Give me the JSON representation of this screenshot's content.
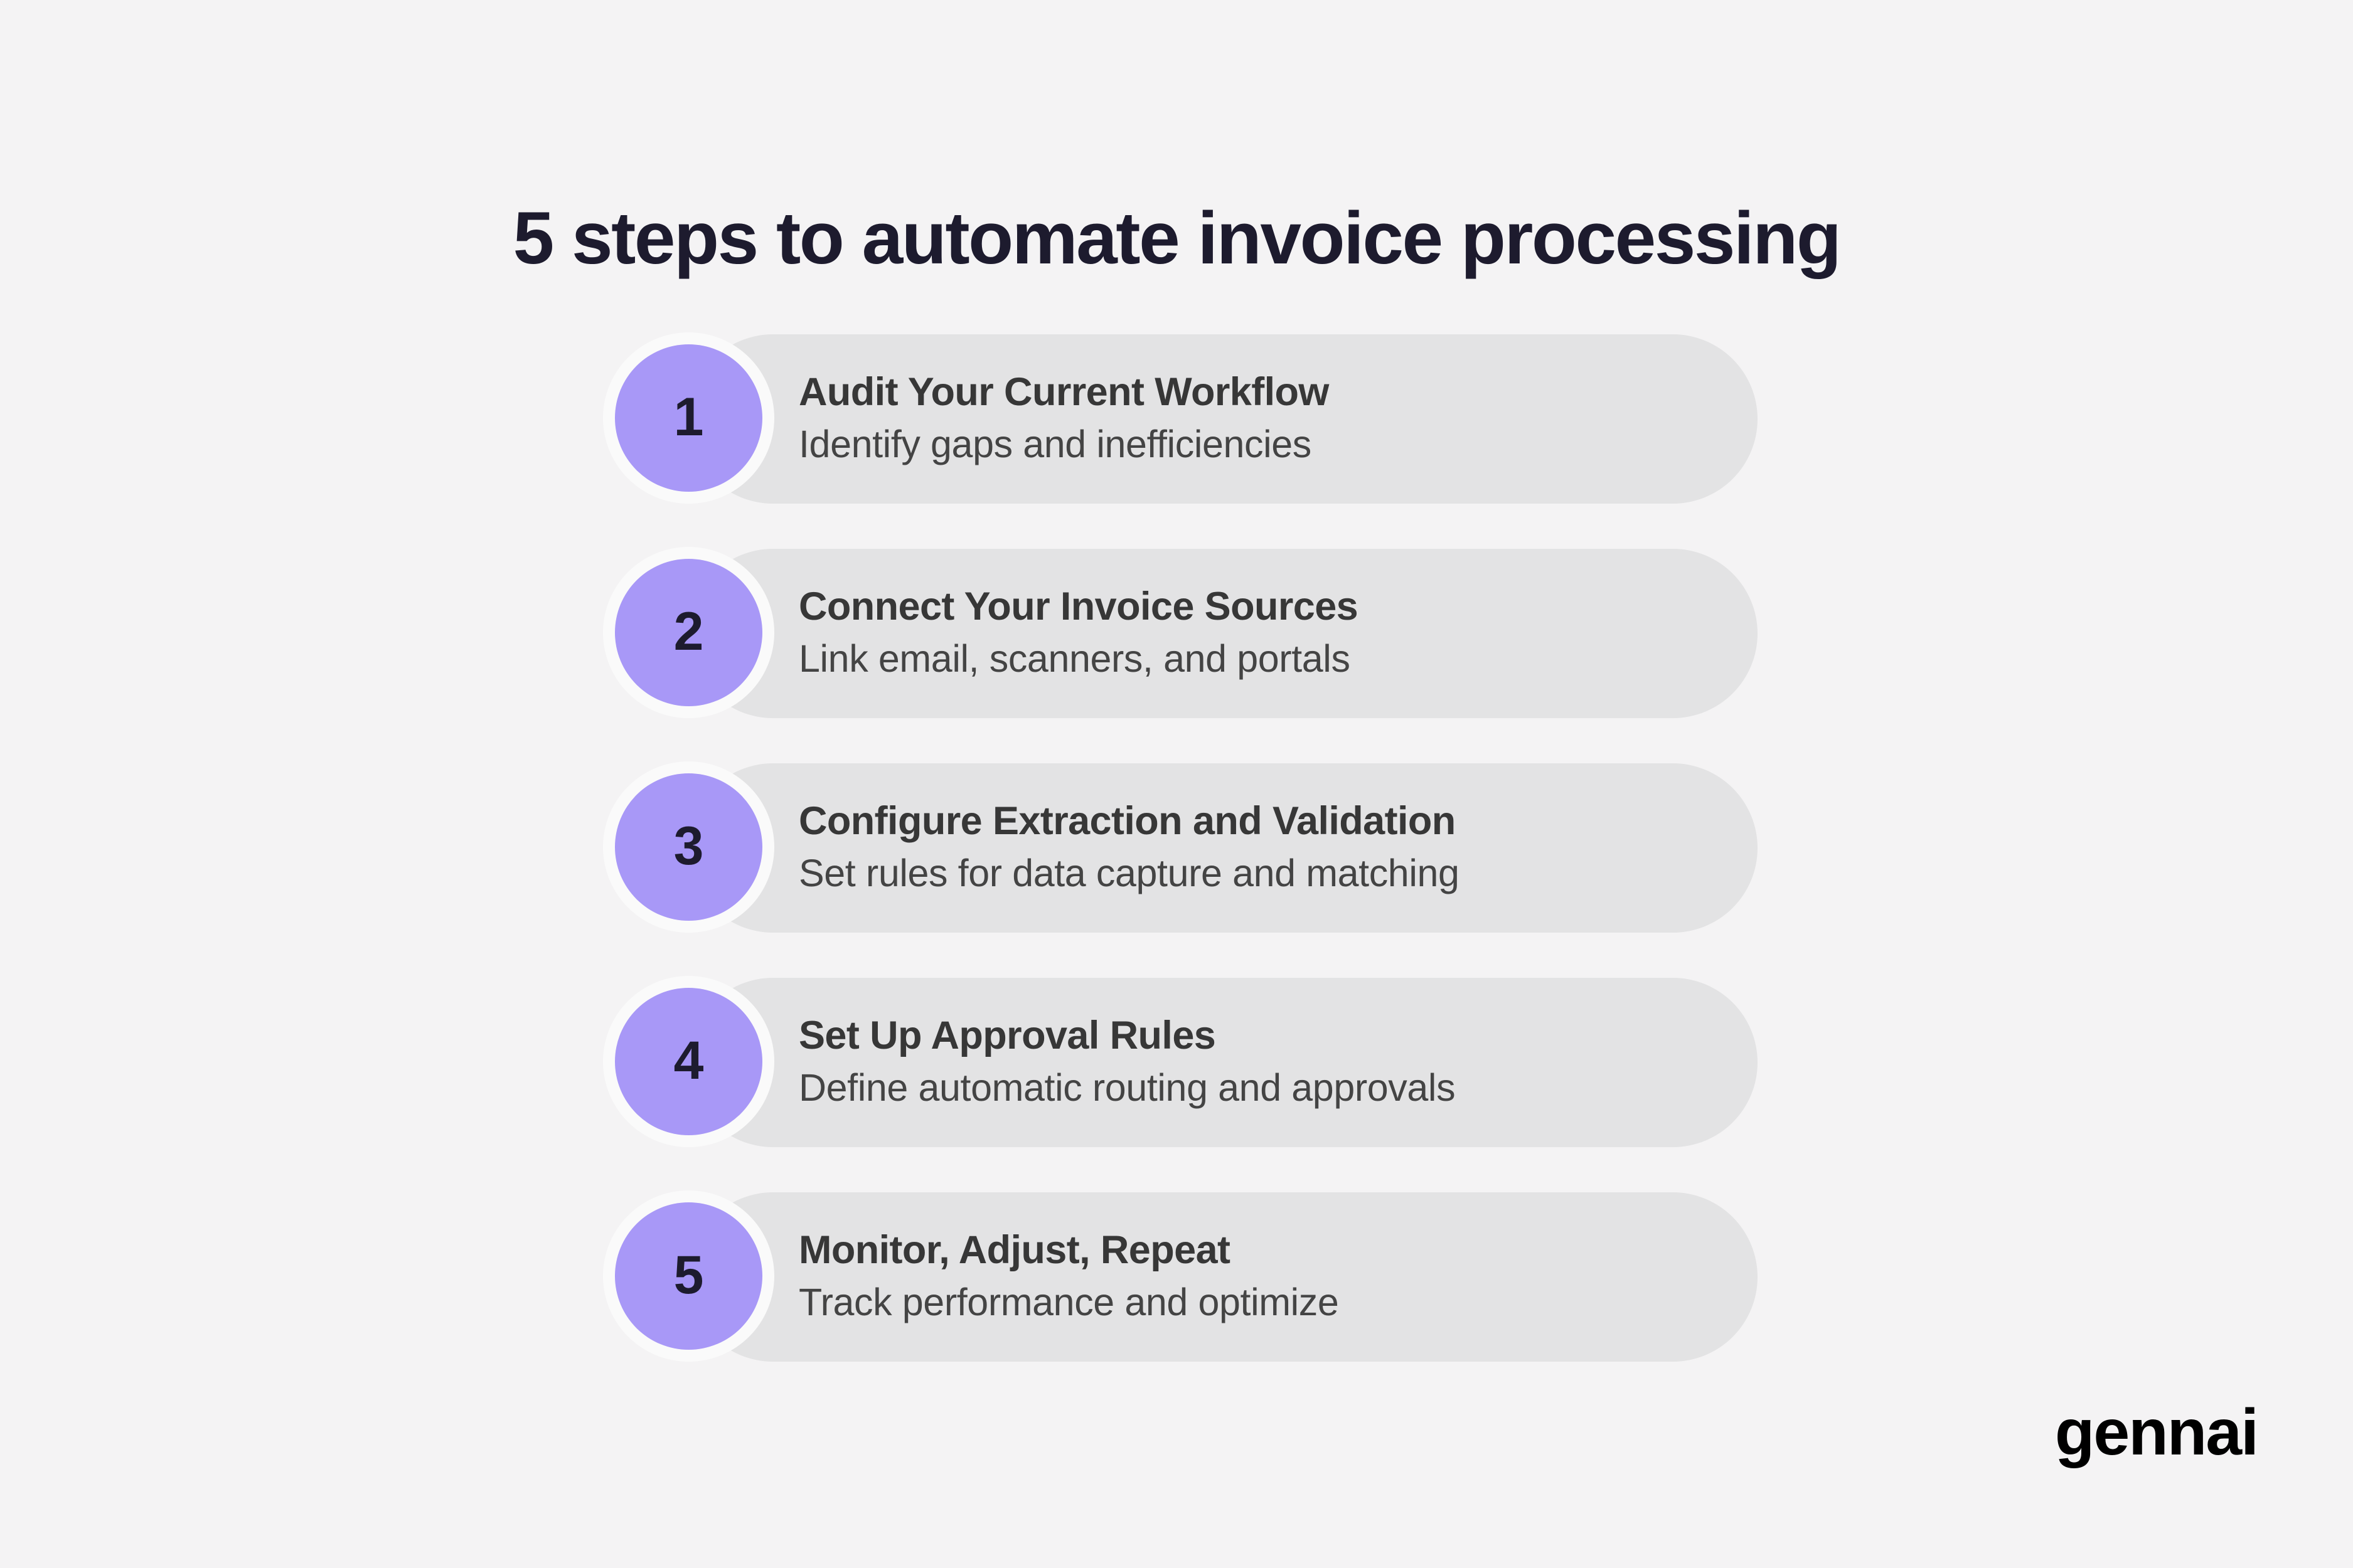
{
  "page": {
    "background_color": "#f4f3f4",
    "title": "5 steps to automate invoice processing",
    "title_color": "#1d1b2e"
  },
  "theme": {
    "badge_purple": "#a898f7",
    "badge_ring": "#fafafa",
    "pill_gray": "#e3e3e4",
    "step_title_color": "#373737",
    "step_desc_color": "#444444",
    "brand_color": "#000000"
  },
  "steps": [
    {
      "number": "1",
      "title": "Audit Your Current Workflow",
      "desc": "Identify gaps and inefficiencies"
    },
    {
      "number": "2",
      "title": "Connect Your Invoice Sources",
      "desc": "Link email, scanners, and portals"
    },
    {
      "number": "3",
      "title": "Configure Extraction and Validation",
      "desc": "Set rules for data capture and matching"
    },
    {
      "number": "4",
      "title": "Set Up Approval Rules",
      "desc": "Define automatic routing and approvals"
    },
    {
      "number": "5",
      "title": "Monitor, Adjust, Repeat",
      "desc": "Track performance and optimize"
    }
  ],
  "brand": {
    "name": "gennai"
  }
}
